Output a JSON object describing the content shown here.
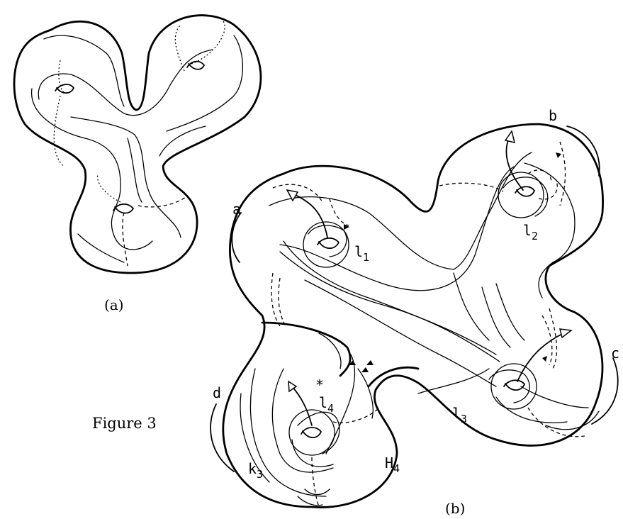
{
  "figure": {
    "title": "Figure 3",
    "panel_a_label": "(a)",
    "panel_b_label": "(b)"
  },
  "boundary_labels": [
    "a",
    "b",
    "c",
    "d"
  ],
  "curve_labels": {
    "l1": {
      "base": "l",
      "sub": "1"
    },
    "l2": {
      "base": "l",
      "sub": "2"
    },
    "l3": {
      "base": "l",
      "sub": "3"
    },
    "l4": {
      "base": "l",
      "sub": "4"
    },
    "k3": {
      "base": "k",
      "sub": "3"
    },
    "H4": {
      "base": "H",
      "sub": "4"
    }
  },
  "basepoint": "*"
}
